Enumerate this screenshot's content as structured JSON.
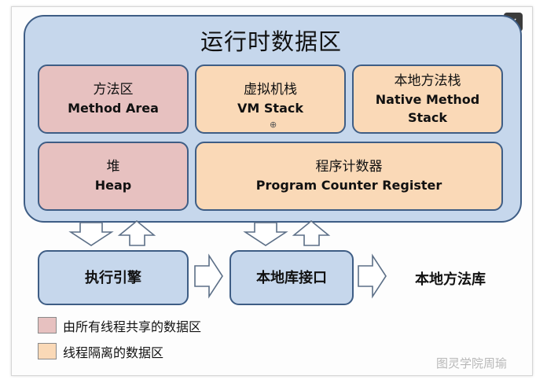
{
  "runtime_area": {
    "title": "运行时数据区"
  },
  "method_area": {
    "zh": "方法区",
    "en": "Method Area"
  },
  "vm_stack": {
    "zh": "虚拟机栈",
    "en": "VM Stack"
  },
  "native_method_stack": {
    "zh": "本地方法栈",
    "en_line1": "Native Method",
    "en_line2": "Stack"
  },
  "heap": {
    "zh": "堆",
    "en": "Heap"
  },
  "program_counter": {
    "zh": "程序计数器",
    "en": "Program Counter Register"
  },
  "execution_engine": {
    "label": "执行引擎"
  },
  "native_interface": {
    "label": "本地库接口"
  },
  "native_library": {
    "label": "本地方法库"
  },
  "legend": [
    {
      "label": "由所有线程共享的数据区",
      "color": "#e7c1c0"
    },
    {
      "label": "线程隔离的数据区",
      "color": "#fad9b7"
    }
  ],
  "watermark": "图灵学院周瑜",
  "colors": {
    "runtime": "#c6d7ec",
    "border": "#3e5d85",
    "shared": "#e7c1c0",
    "isolated": "#fad9b7"
  },
  "icons": {
    "close": "close-icon",
    "zoom": "zoom-in-icon"
  }
}
